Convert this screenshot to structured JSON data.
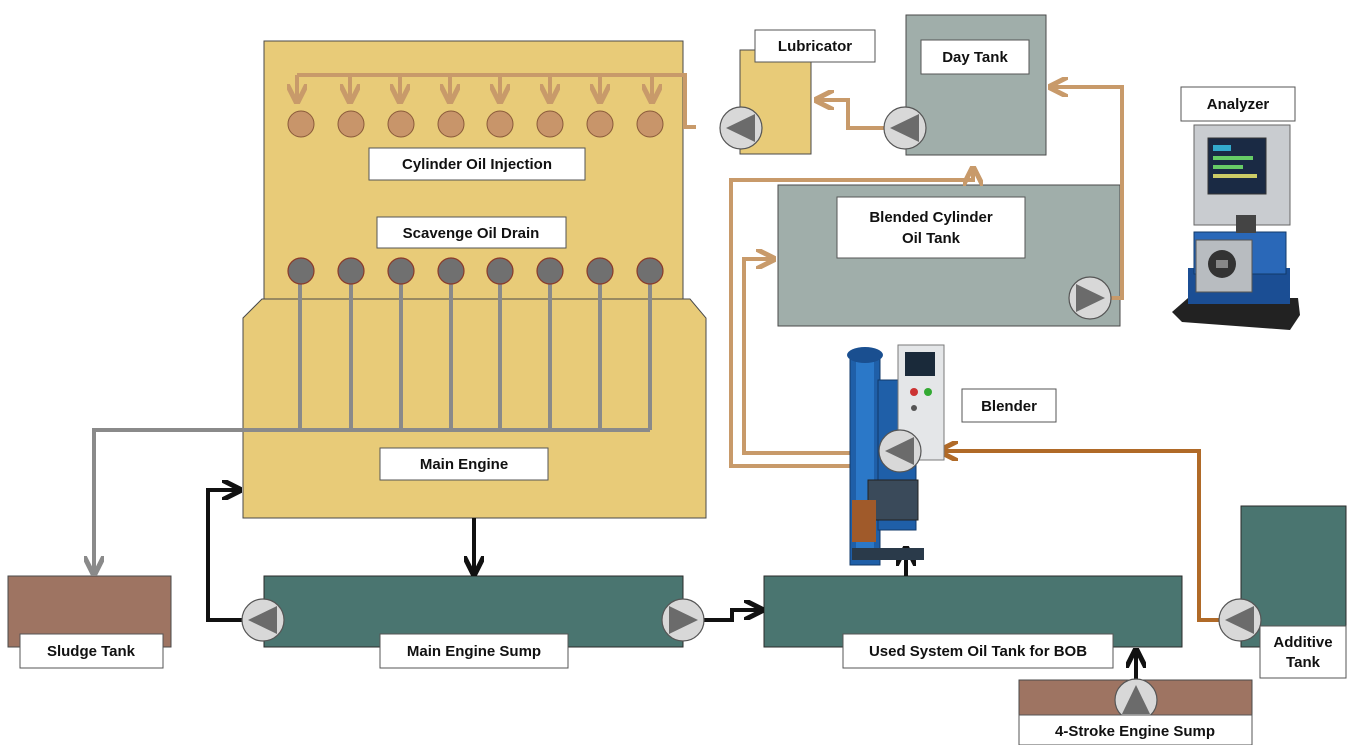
{
  "labels": {
    "lubricator": "Lubricator",
    "day_tank": "Day Tank",
    "analyzer": "Analyzer",
    "cylinder_oil_injection": "Cylinder Oil Injection",
    "scavenge_oil_drain": "Scavenge Oil Drain",
    "blended_tank_line1": "Blended Cylinder",
    "blended_tank_line2": "Oil Tank",
    "blender": "Blender",
    "main_engine": "Main Engine",
    "sludge_tank": "Sludge Tank",
    "main_engine_sump": "Main Engine Sump",
    "used_system_oil_tank": "Used System Oil Tank for BOB",
    "additive_tank_line1": "Additive",
    "additive_tank_line2": "Tank",
    "four_stroke_sump": "4-Stroke Engine Sump"
  },
  "colors": {
    "engine": "#e8cb78",
    "engine_stroke": "#4a4a4a",
    "day_tank": "#a0aeaa",
    "sump_tank": "#4a7570",
    "sludge_tank": "#9e7462",
    "cyl_oil_line": "#c89a6a",
    "drain_line": "#8a8a8a",
    "additive_line": "#b06a28",
    "system_oil_line": "#111111",
    "pump_body": "#d8d8d8",
    "pump_arrow": "#6b6b6b",
    "injector": "#c8956a",
    "drain_valve": "#707070"
  },
  "icons": {
    "pump": "pump-icon",
    "blender_unit": "blender-machine-icon",
    "analyzer_unit": "analyzer-machine-icon"
  }
}
